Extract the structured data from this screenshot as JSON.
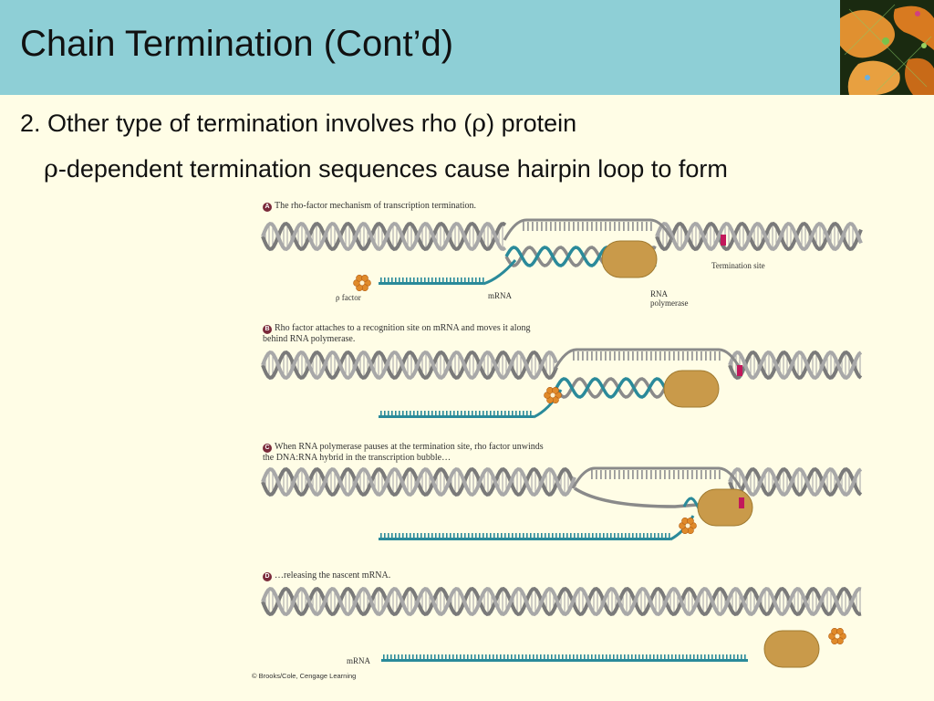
{
  "slide": {
    "title": "Chain Termination (Cont’d)",
    "bullet_1_prefix": "2. Other type of termination involves rho (",
    "bullet_1_rho": "ρ",
    "bullet_1_suffix": ") protein",
    "bullet_2_rho": "ρ",
    "bullet_2_text": "-dependent termination sequences cause hairpin loop to form"
  },
  "figure": {
    "panels": [
      {
        "letter": "A",
        "caption": "The rho-factor mechanism of transcription termination."
      },
      {
        "letter": "B",
        "caption": "Rho factor attaches to a recognition site on mRNA and moves it along behind RNA polymerase."
      },
      {
        "letter": "C",
        "caption": "When RNA polymerase pauses at the termination site, rho factor unwinds the DNA:RNA hybrid in the transcription bubble…"
      },
      {
        "letter": "D",
        "caption": "…releasing the nascent mRNA."
      }
    ],
    "labels": {
      "rho_factor": "ρ factor",
      "mrna": "mRNA",
      "rna_polymerase": "RNA polymerase",
      "termination_site": "Termination site",
      "mrna_released": "mRNA"
    },
    "credit": "© Brooks/Cole, Cengage Learning",
    "colors": {
      "dna_strand": "#8a8a8a",
      "mrna": "#2a8a9a",
      "polymerase": "#c99a4a",
      "termination": "#c2185b",
      "rho": "#e08a2a"
    }
  }
}
